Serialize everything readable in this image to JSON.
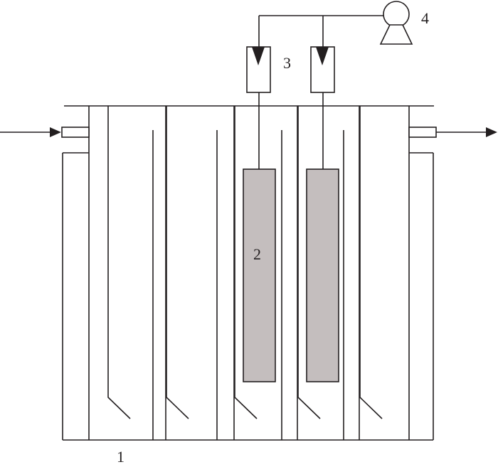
{
  "labels": {
    "reactor": "1",
    "membrane": "2",
    "flowmeter": "3",
    "pump": "4"
  },
  "colors": {
    "line": "#231f20",
    "membrane_fill": "#c4bebe",
    "background": "#ffffff"
  }
}
